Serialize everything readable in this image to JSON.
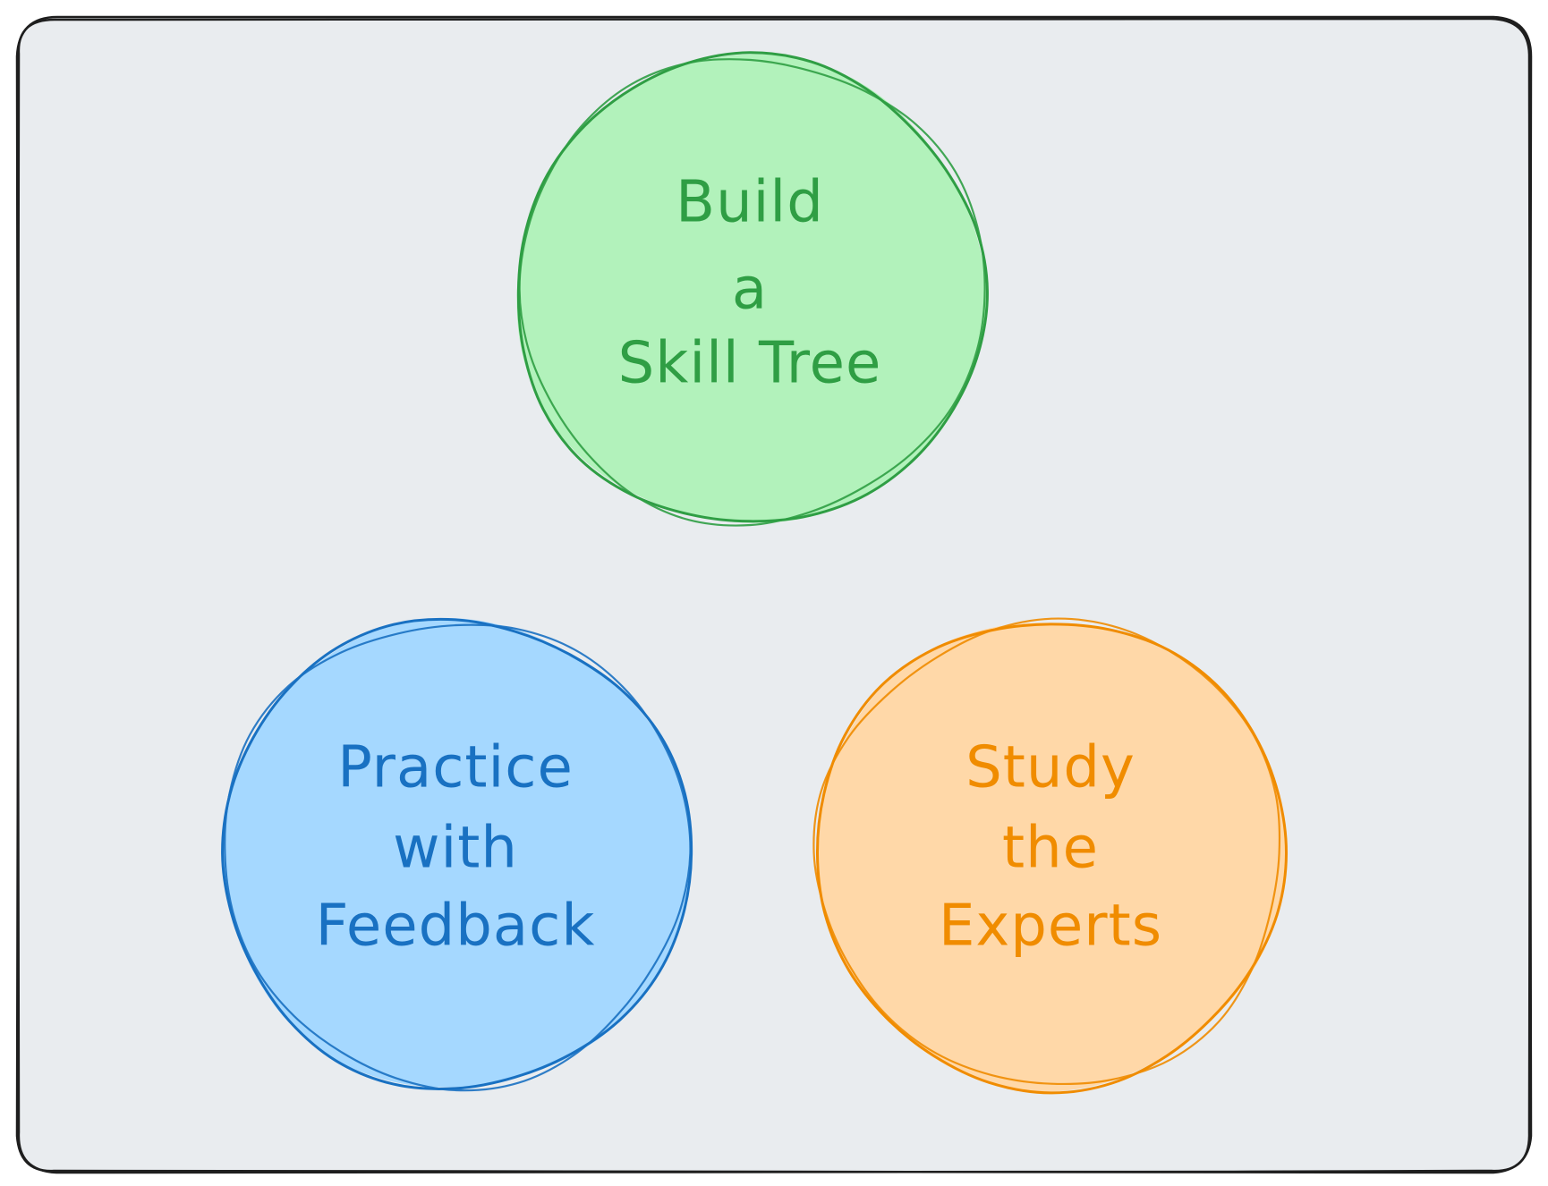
{
  "diagram": {
    "colors": {
      "frame_stroke": "#1e1e1e",
      "frame_fill": "#e9ecef"
    },
    "nodes": [
      {
        "id": "build-skill-tree",
        "lines": [
          "Build",
          "a",
          "Skill Tree"
        ],
        "stroke": "#2f9e44",
        "fill": "#b2f2bb",
        "text_color": "#2f9e44"
      },
      {
        "id": "practice-with-feedback",
        "lines": [
          "Practice",
          "with",
          "Feedback"
        ],
        "stroke": "#1971c2",
        "fill": "#a5d8ff",
        "text_color": "#1971c2"
      },
      {
        "id": "study-the-experts",
        "lines": [
          "Study",
          "the",
          "Experts"
        ],
        "stroke": "#f08c00",
        "fill": "#ffd8a8",
        "text_color": "#f08c00"
      }
    ]
  }
}
